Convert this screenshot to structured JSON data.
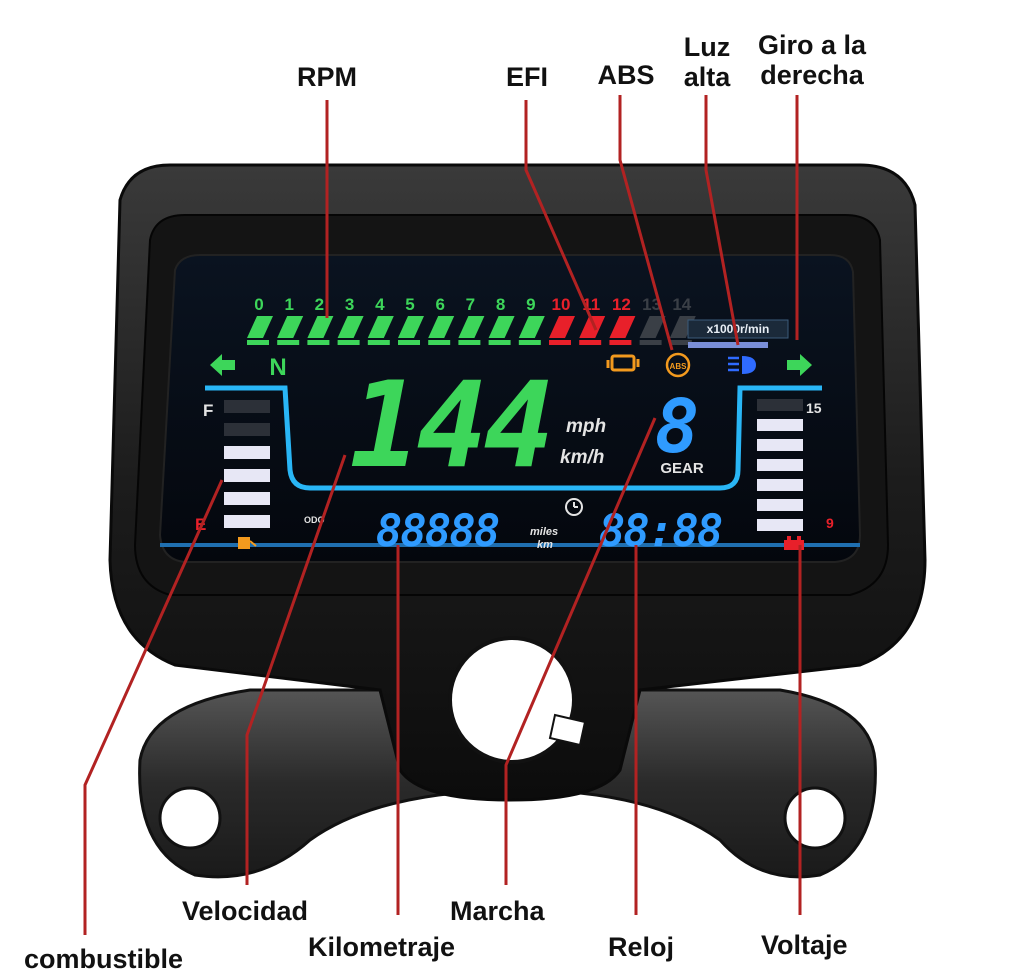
{
  "callouts": {
    "rpm": "RPM",
    "efi": "EFI",
    "abs": "ABS",
    "high_beam_line1": "Luz",
    "high_beam_line2": "alta",
    "turn_right_line1": "Giro a la",
    "turn_right_line2": "derecha",
    "speed": "Velocidad",
    "gear": "Marcha",
    "clock": "Reloj",
    "voltage": "Voltaje",
    "fuel": "combustible",
    "odometer": "Kilometraje"
  },
  "display": {
    "rpm_ticks": [
      "0",
      "1",
      "2",
      "3",
      "4",
      "5",
      "6",
      "7",
      "8",
      "9",
      "10",
      "11",
      "12",
      "13",
      "14"
    ],
    "rpm_unit": "x1000r/min",
    "neutral": "N",
    "speed_value": "144",
    "speed_unit_mph": "mph",
    "speed_unit_kmh": "km/h",
    "gear_label": "GEAR",
    "gear_value": "8",
    "fuel_full": "F",
    "fuel_empty": "E",
    "fuel_level_bars": 4,
    "voltage_max": "15",
    "voltage_min": "9",
    "voltage_level_bars": 6,
    "odo_label": "ODO",
    "odo_value": "88888",
    "odo_unit_miles": "miles",
    "odo_unit_km": "km",
    "clock_value": "88:88",
    "abs_icon_text": "ABS"
  },
  "colors": {
    "leader_line": "#b22222",
    "lcd_green": "#3dd65a",
    "lcd_red": "#e8202a",
    "lcd_blue": "#2f9bff",
    "lcd_frame_blue": "#29b6f6",
    "efi_amber": "#f39a1e",
    "bezel": "#1b1b1b"
  }
}
